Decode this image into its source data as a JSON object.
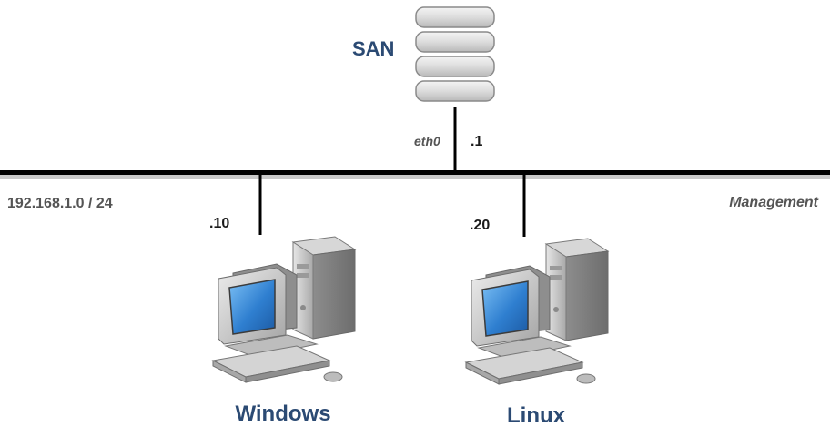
{
  "colors": {
    "node_label": "#2b4a73",
    "text_dark": "#1a1a1a",
    "text_gray": "#555555",
    "network_line": "#000000",
    "network_shadow": "#c8c8c8",
    "screen_blue": "#2f7fd0",
    "case_gray": "#c9c9c9"
  },
  "san": {
    "label": "SAN",
    "icon": "storage-disk-stack-icon",
    "interface": "eth0",
    "address": ".1"
  },
  "network": {
    "subnet": "192.168.1.0 / 24",
    "name": "Management"
  },
  "hosts": [
    {
      "name": "Windows",
      "address": ".10",
      "icon": "desktop-computer-icon"
    },
    {
      "name": "Linux",
      "address": ".20",
      "icon": "desktop-computer-icon"
    }
  ]
}
